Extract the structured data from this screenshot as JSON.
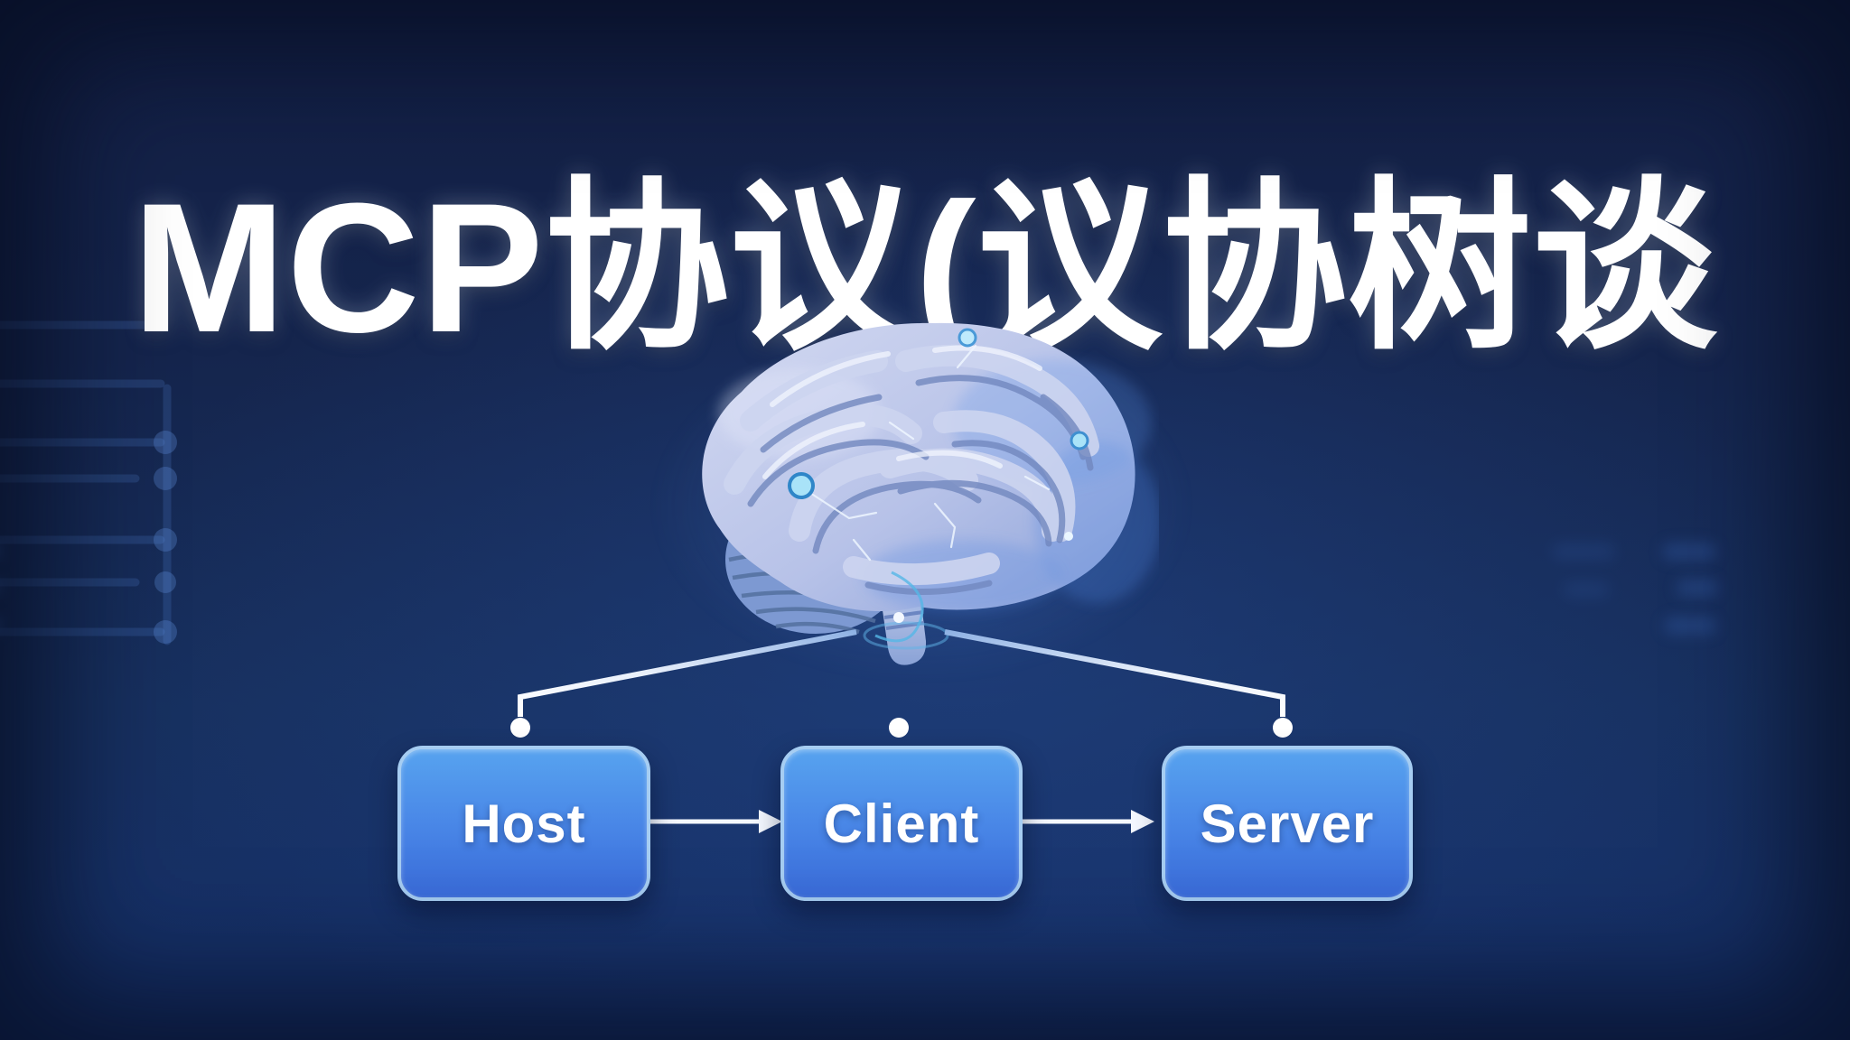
{
  "title": {
    "text": "MCP协议(议协树谈"
  },
  "diagram": {
    "nodes": [
      {
        "label": "Host"
      },
      {
        "label": "Client"
      },
      {
        "label": "Server"
      }
    ],
    "edges": [
      {
        "from": "brain",
        "to": "Host"
      },
      {
        "from": "brain",
        "to": "Client"
      },
      {
        "from": "brain",
        "to": "Server"
      },
      {
        "from": "Host",
        "to": "Client"
      },
      {
        "from": "Client",
        "to": "Server"
      }
    ]
  },
  "colors": {
    "bg-deep": "#101c3e",
    "bg-mid": "#16284f",
    "bg-glow": "#1c3a74",
    "node-top": "#57a3ef",
    "node-bottom": "#3a6cdb",
    "node-border": "#a6cdf2",
    "line": "#f2f7ff",
    "accent-cyan": "#7fd2f2",
    "text": "#ffffff"
  }
}
